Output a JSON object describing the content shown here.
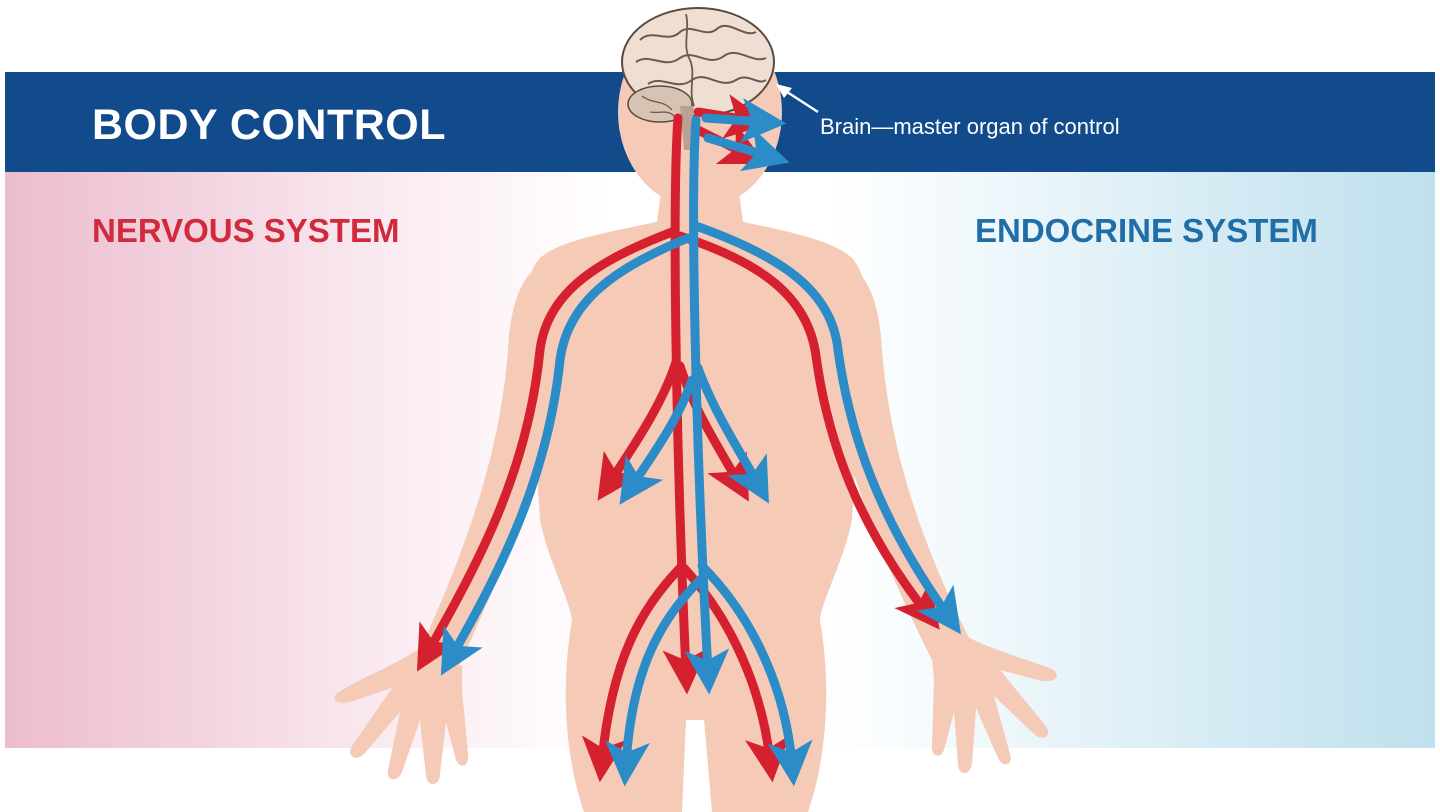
{
  "banner": {
    "title": "BODY CONTROL",
    "brain_label": "Brain—master organ of control"
  },
  "systems": {
    "nervous": {
      "label": "NERVOUS SYSTEM",
      "color": "#d12a3c"
    },
    "endocrine": {
      "label": "ENDOCRINE SYSTEM",
      "color": "#1f6ea8"
    }
  },
  "colors": {
    "banner": "#124b8c",
    "skin": "#f5cbb7",
    "nervous_arrow": "#d4202f",
    "endocrine_arrow": "#2b8cc8",
    "brain": "#efdfd2"
  },
  "icons": {
    "brain": "brain-icon",
    "body": "human-body-silhouette"
  }
}
